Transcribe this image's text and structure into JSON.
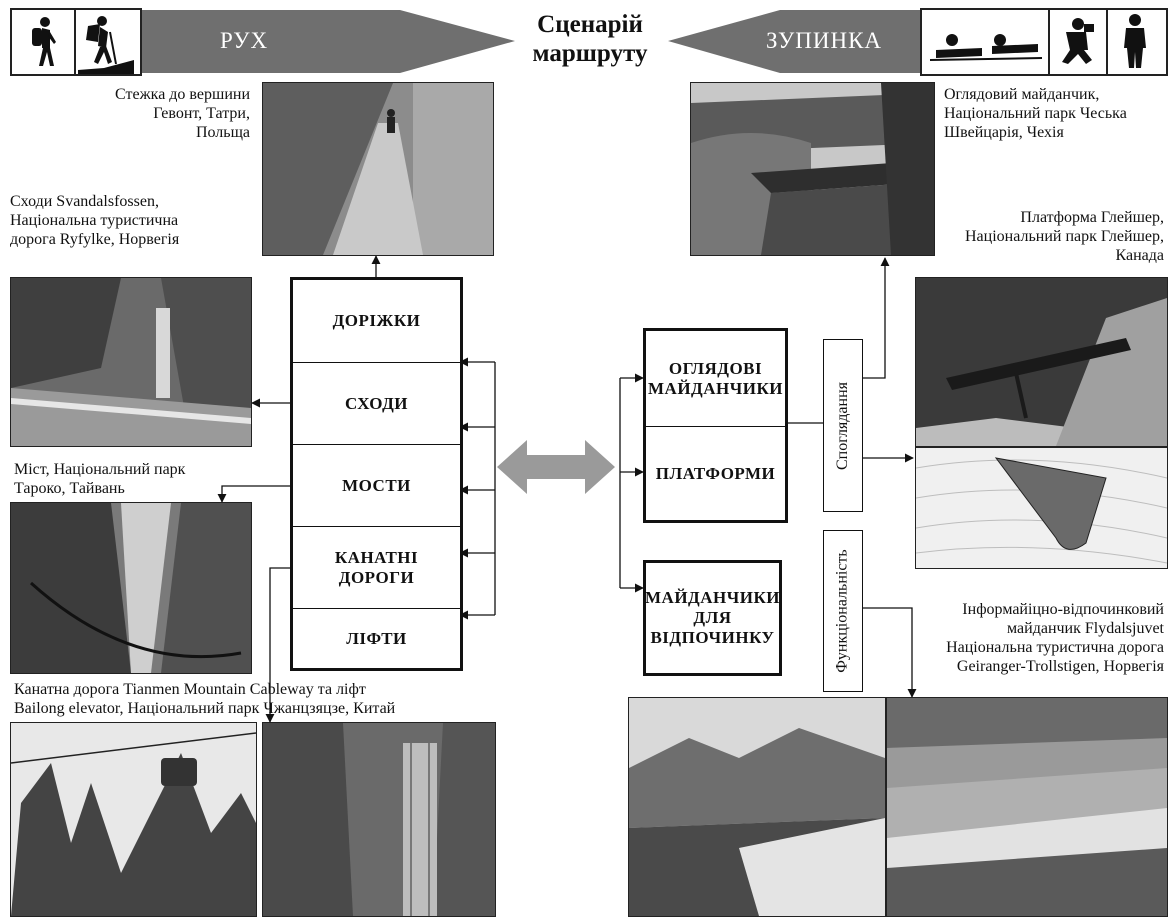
{
  "header": {
    "title_line1": "Сценарій",
    "title_line2": "маршруту",
    "movement_label": "РУХ",
    "stop_label": "ЗУПИНКА",
    "movement_icons": [
      "hiker-icon",
      "hiker-with-stick-icon"
    ],
    "stop_icons": [
      "lying-people-icon",
      "photographer-icon",
      "standing-person-icon"
    ]
  },
  "movement_stack": {
    "items": [
      "ДОРІЖКИ",
      "СХОДИ",
      "МОСТИ",
      "КАНАТНІ ДОРОГИ",
      "ЛІФТИ"
    ]
  },
  "stop_boxes": {
    "viewpoints": "ОГЛЯДОВІ МАЙДАНЧИКИ",
    "platforms": "ПЛАТФОРМИ",
    "rest_areas": "МАЙДАНЧИКИ ДЛЯ ВІДПОЧИНКУ"
  },
  "side_labels": {
    "contemplation": "Споглядання",
    "functionality": "Функціональність"
  },
  "captions": {
    "giewont": "Стежка до вершини Гевонт, Татри, Польща",
    "svandalsfossen": "Сходи Svandalsfossen, Національна туристична дорога Ryfylke, Норвегія",
    "taroko": "Міст, Національний парк Тароко, Тайвань",
    "tianmen_line1": "Канатна дорога Tianmen Mountain Cableway та ліфт",
    "tianmen_line2": "Bailong elevator, Національний парк Чжанцзяцзе, Китай",
    "bohemian": "Оглядовий майданчик, Національний парк Чеська Швейцарія, Чехія",
    "glacier": "Платформа Глейшер, Національний парк Глейшер, Канада",
    "flydalsjuvet": "Інформайіцно-відпочинковий майданчик Flydalsjuvet Національна туристична дорога Geiranger-Trollstigen, Норвегія"
  },
  "colors": {
    "banner": "#6f6f6f",
    "double_arrow": "#9a9a9a",
    "line": "#111111"
  }
}
